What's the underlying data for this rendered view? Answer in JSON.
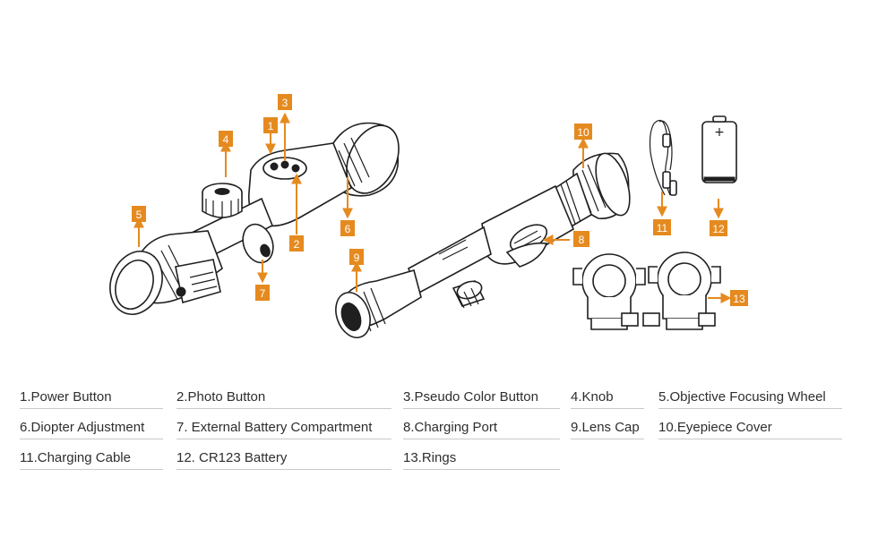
{
  "accent_color": "#e58a1f",
  "callouts": [
    "1",
    "2",
    "3",
    "4",
    "5",
    "6",
    "7",
    "8",
    "9",
    "10",
    "11",
    "12",
    "13"
  ],
  "legend": [
    [
      "1.Power Button",
      "2.Photo Button",
      "3.Pseudo Color Button",
      "4.Knob",
      "5.Objective Focusing Wheel"
    ],
    [
      "6.Diopter Adjustment",
      "7. External Battery Compartment",
      "8.Charging Port",
      "9.Lens Cap",
      "10.Eyepiece Cover"
    ],
    [
      "11.Charging Cable",
      "12. CR123 Battery",
      "13.Rings"
    ]
  ]
}
